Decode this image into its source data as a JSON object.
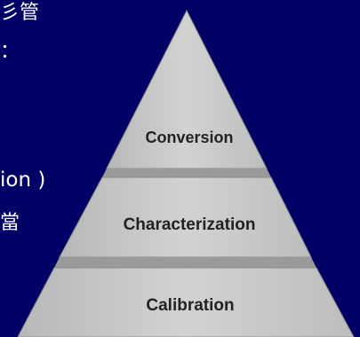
{
  "slide_text": {
    "line1": "彡管",
    "line2": "：",
    "line3": "ion )",
    "line4": "當"
  },
  "pyramid": {
    "tiers": [
      {
        "label": "Conversion"
      },
      {
        "label": "Characterization"
      },
      {
        "label": "Calibration"
      }
    ],
    "colors": {
      "background": "#000066",
      "face": "#c9c9c9",
      "shadow": "#9a9a9a",
      "label": "#222222"
    }
  }
}
